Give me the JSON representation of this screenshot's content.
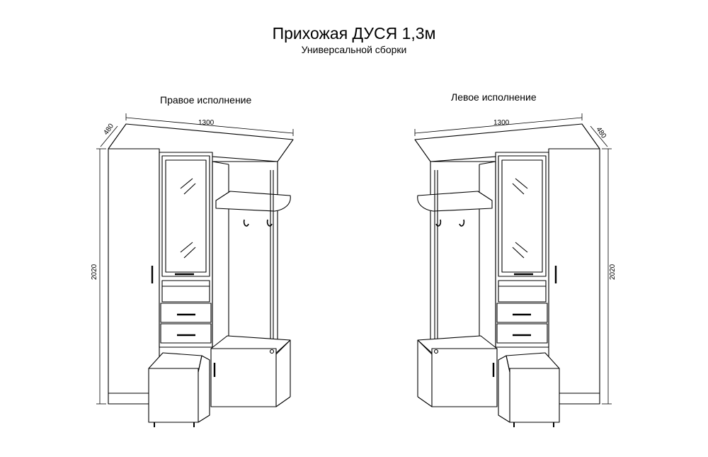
{
  "title": "Прихожая ДУСЯ 1,3м",
  "subtitle": "Универсальной сборки",
  "views": {
    "right": {
      "label": "Правое исполнение"
    },
    "left": {
      "label": "Левое исполнение"
    }
  },
  "dimensions": {
    "width": "1300",
    "depth": "480",
    "height": "2020"
  }
}
